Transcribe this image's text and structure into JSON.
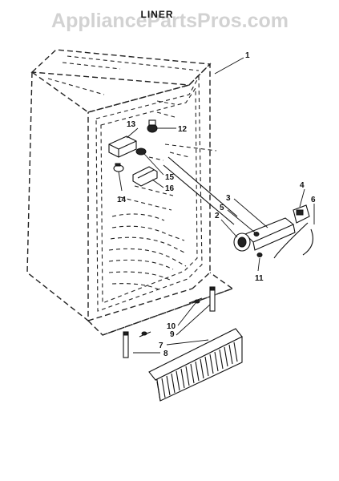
{
  "watermark": "AppliancePartsPros.com",
  "section_title": "LINER",
  "callouts": [
    {
      "id": "c1",
      "label": "1"
    },
    {
      "id": "c2",
      "label": "2"
    },
    {
      "id": "c3",
      "label": "3"
    },
    {
      "id": "c4",
      "label": "4"
    },
    {
      "id": "c5",
      "label": "5"
    },
    {
      "id": "c6",
      "label": "6"
    },
    {
      "id": "c7",
      "label": "7"
    },
    {
      "id": "c8",
      "label": "8"
    },
    {
      "id": "c9",
      "label": "9"
    },
    {
      "id": "c10",
      "label": "10"
    },
    {
      "id": "c11",
      "label": "11"
    },
    {
      "id": "c12",
      "label": "12"
    },
    {
      "id": "c13",
      "label": "13"
    },
    {
      "id": "c14",
      "label": "14"
    },
    {
      "id": "c15",
      "label": "15"
    },
    {
      "id": "c16",
      "label": "16"
    }
  ]
}
